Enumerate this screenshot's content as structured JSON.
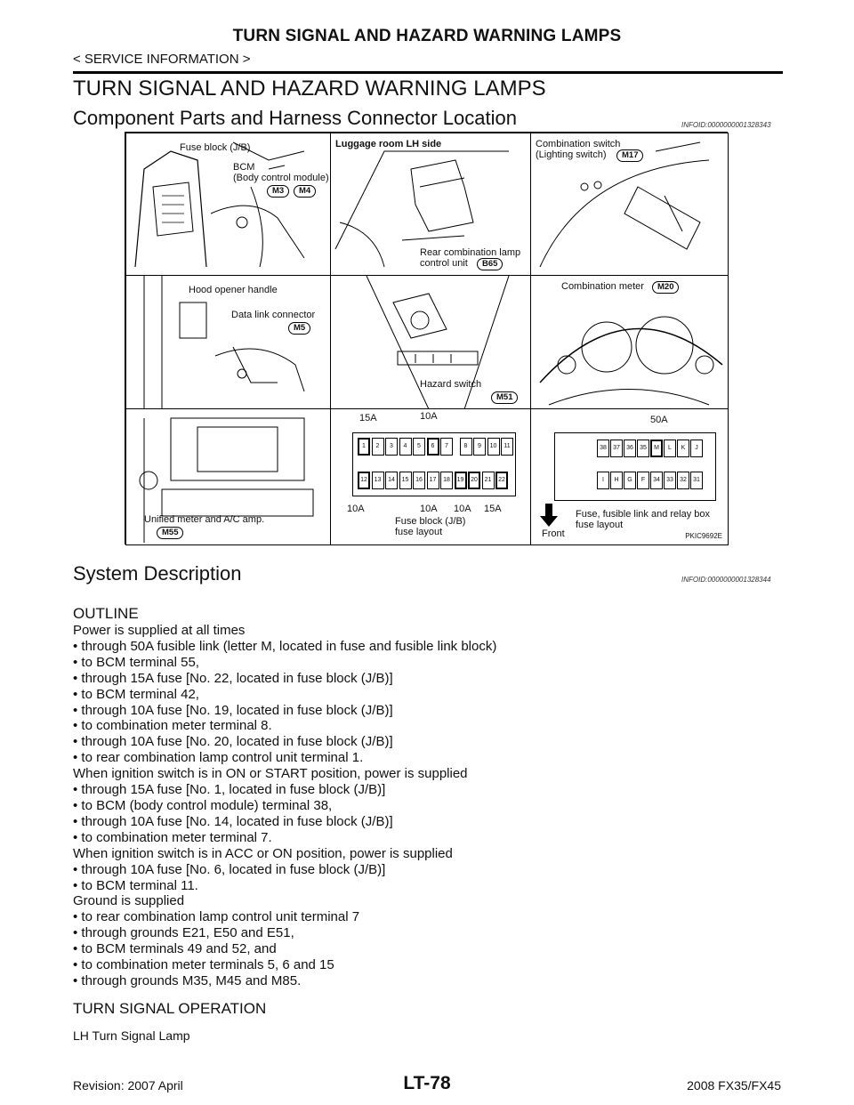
{
  "header": {
    "title": "TURN SIGNAL AND HAZARD WARNING LAMPS",
    "breadcrumb": "< SERVICE INFORMATION >"
  },
  "main_title": "TURN SIGNAL AND HAZARD WARNING LAMPS",
  "section1": {
    "title": "Component Parts and Harness Connector Location",
    "info_id": "INFOID:0000000001328343"
  },
  "figure": {
    "fuse_block_jb": "Fuse block (J/B)",
    "bcm": "BCM",
    "bcm_full": "(Body control module)",
    "m3": "M3",
    "m4": "M4",
    "luggage": "Luggage room LH side",
    "rear_combo1": "Rear combination lamp",
    "rear_combo2": "control unit",
    "b65": "B65",
    "combo_switch1": "Combination switch",
    "combo_switch2": "(Lighting switch)",
    "m17": "M17",
    "hood_opener": "Hood opener handle",
    "data_link": "Data link connector",
    "m5": "M5",
    "hazard_switch": "Hazard switch",
    "m51": "M51",
    "combo_meter": "Combination meter",
    "m20": "M20",
    "unified_meter": "Unified meter and A/C amp.",
    "m55": "M55",
    "fuse_15a": "15A",
    "fuse_10a": "10A",
    "fuse_10a_b": "10A",
    "fuse_10a_c": "10A",
    "fuse_10a_d": "10A",
    "fuse_15a_b": "15A",
    "fuse_layout1": "Fuse block (J/B)",
    "fuse_layout2": "fuse layout",
    "fuse_50a": "50A",
    "front": "Front",
    "relay_box1": "Fuse, fusible link and relay box",
    "relay_box2": "fuse layout",
    "pkic": "PKIC9692E",
    "fuses_top": [
      "1",
      "2",
      "3",
      "4",
      "5",
      "6",
      "7",
      "8",
      "9",
      "10",
      "11"
    ],
    "fuses_bottom": [
      "12",
      "13",
      "14",
      "15",
      "16",
      "17",
      "18",
      "19",
      "20",
      "21",
      "22"
    ],
    "links_top": [
      "38",
      "37",
      "36",
      "35",
      "M",
      "L",
      "K",
      "J"
    ],
    "links_bottom": [
      "I",
      "H",
      "G",
      "F",
      "34",
      "33",
      "32",
      "31"
    ]
  },
  "section2": {
    "title": "System Description",
    "info_id": "INFOID:0000000001328344"
  },
  "outline": {
    "heading": "OUTLINE",
    "lines": [
      "Power is supplied at all times",
      "• through 50A fusible link (letter M, located in fuse and fusible link block)",
      "• to BCM terminal 55,",
      "• through 15A fuse [No. 22, located in fuse block (J/B)]",
      "• to BCM terminal 42,",
      "• through 10A fuse [No. 19, located in fuse block (J/B)]",
      "• to combination meter terminal 8.",
      "• through 10A fuse [No. 20, located in fuse block (J/B)]",
      "• to rear combination lamp control unit terminal 1.",
      "When ignition switch is in ON or START position, power is supplied",
      "• through 15A fuse [No. 1, located in fuse block (J/B)]",
      "• to BCM (body control module) terminal 38,",
      "• through 10A fuse [No. 14, located in fuse block (J/B)]",
      "• to combination meter terminal 7.",
      "When ignition switch is in ACC or ON position, power is supplied",
      "• through 10A fuse [No. 6, located in fuse block (J/B)]",
      "• to BCM terminal 11.",
      "Ground is supplied",
      "• to rear combination lamp control unit terminal 7",
      "• through grounds E21, E50 and E51,",
      "• to BCM terminals 49 and 52, and",
      "• to combination meter terminals 5, 6 and 15",
      "• through grounds M35, M45 and M85."
    ]
  },
  "turn_signal": {
    "heading": "TURN SIGNAL OPERATION",
    "subheading": "LH Turn Signal Lamp"
  },
  "footer": {
    "revision": "Revision: 2007 April",
    "page": "LT-78",
    "model": "2008 FX35/FX45"
  }
}
